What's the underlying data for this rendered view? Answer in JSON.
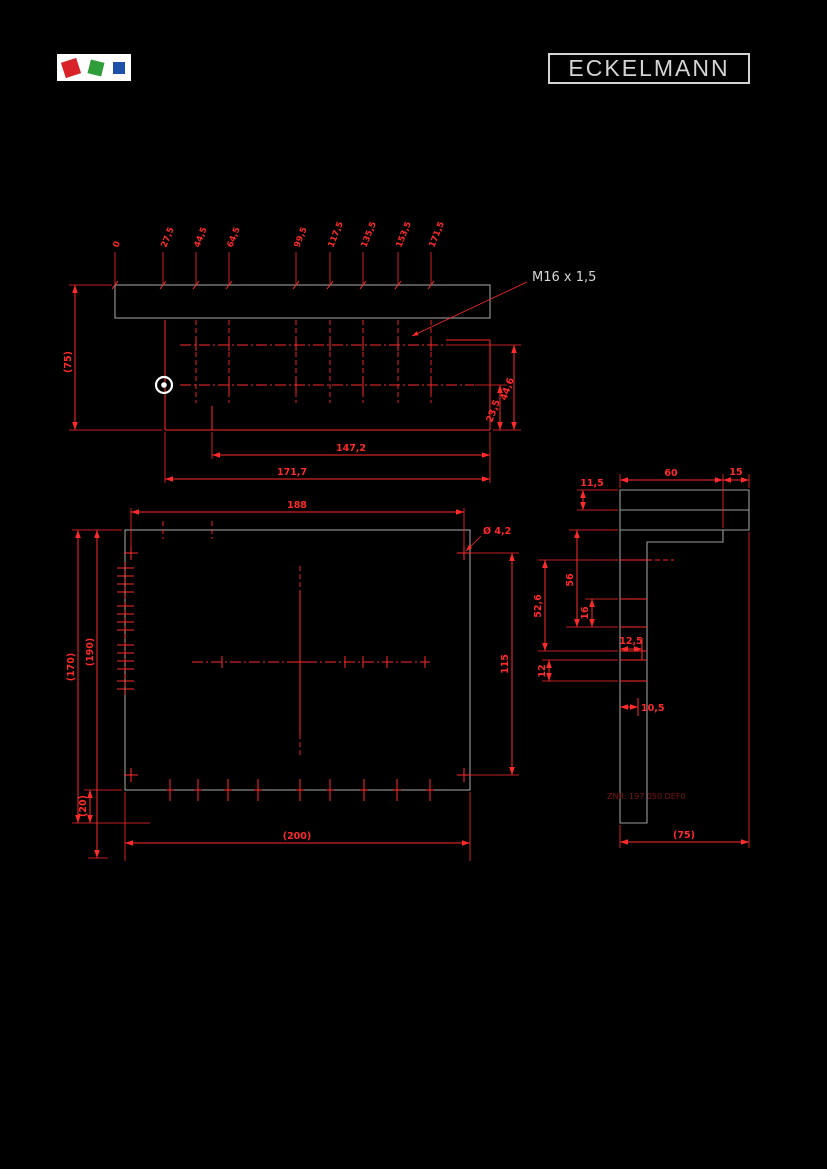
{
  "header": {
    "brand": "ECKELMANN",
    "logo_colors": {
      "red": "#d8232a",
      "green": "#2f9e3a",
      "blue": "#1d50a8"
    }
  },
  "colors": {
    "page_background": "#000000",
    "dimension_red": "#ff2a2a",
    "outline_gray": "#9b9b9b",
    "label_light": "#d6d6d6",
    "znr_dark_red": "#7d1414",
    "datum_white": "#ffffff"
  },
  "annotations": {
    "thread_label": "M16 x 1,5",
    "hole_label": "Ø 4,2",
    "znr_label": "ZNR: 197 050 DEF0"
  },
  "top_view": {
    "position_labels": [
      "0",
      "27,5",
      "44,5",
      "64,5",
      "99,5",
      "117,5",
      "135,5",
      "153,5",
      "171,5"
    ],
    "dims": {
      "height": "(75)",
      "row1_offset": "44,6",
      "row2_offset": "23,5",
      "inner_width": "147,2",
      "outer_width": "171,7"
    }
  },
  "front_view": {
    "dims": {
      "hole_span_x": "188",
      "outer_height": "(170)",
      "inner_height": "(190)",
      "foot": "(20)",
      "right_height": "115",
      "width": "(200)"
    }
  },
  "side_view": {
    "dims": {
      "lip": "11,5",
      "top_a": "60",
      "top_b": "15",
      "v1": "56",
      "v2": "52,6",
      "v3": "16",
      "v4": "12",
      "h1": "12,5",
      "h2": "10,5",
      "depth": "(75)"
    }
  }
}
